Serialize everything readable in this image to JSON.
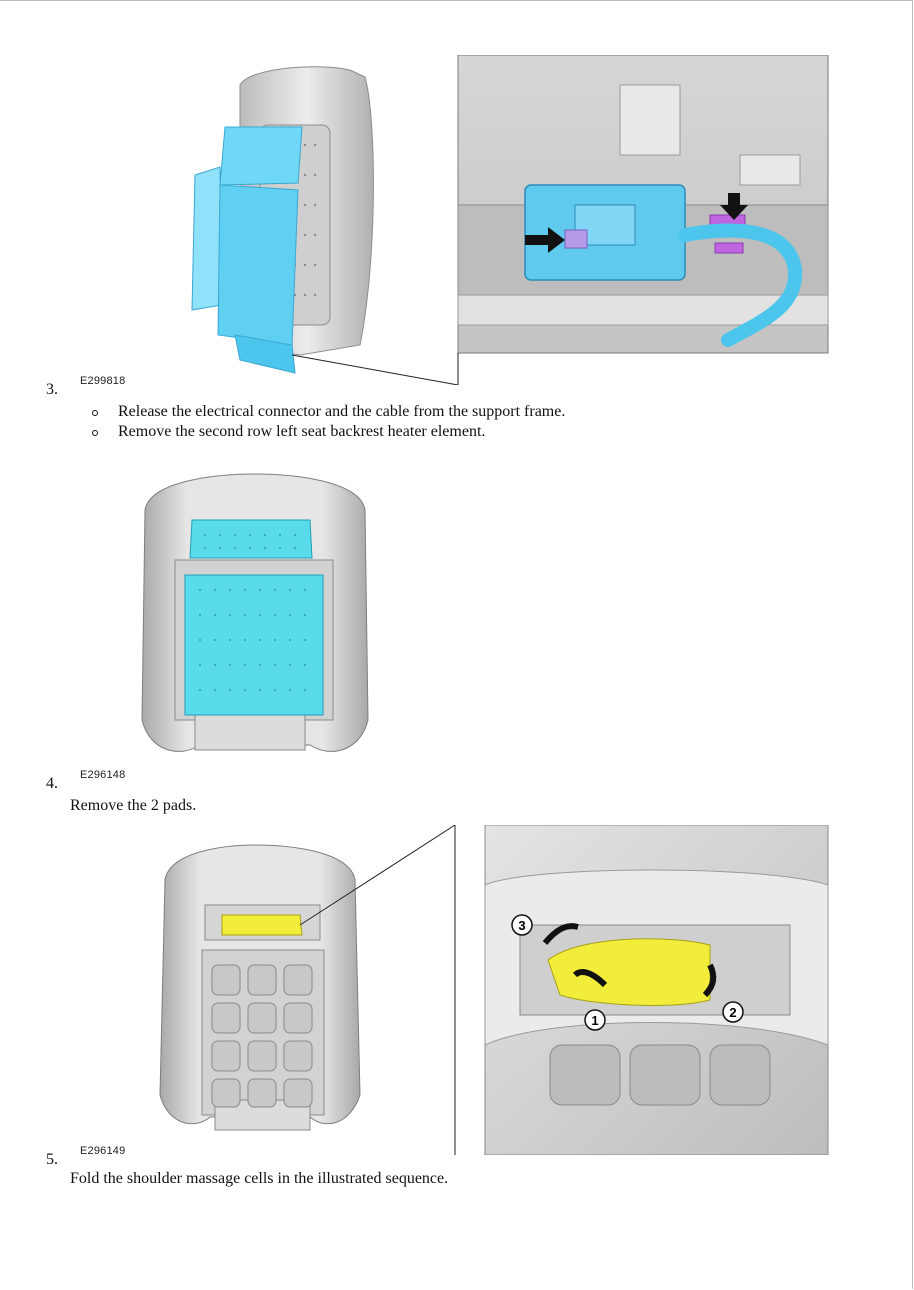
{
  "steps": [
    {
      "number": "3.",
      "figure_code": "E299818",
      "bullets": [
        "Release the electrical connector and the cable from the support frame.",
        "Remove the second row left seat backrest heater element."
      ]
    },
    {
      "number": "4.",
      "figure_code": "E296148",
      "text": "Remove the 2 pads."
    },
    {
      "number": "5.",
      "figure_code": "E296149",
      "text": "Fold the shoulder massage cells in the illustrated sequence.",
      "callouts": [
        "1",
        "2",
        "3"
      ]
    }
  ],
  "colors": {
    "heater_blue": "#5fd0f2",
    "pad_cyan": "#58dcec",
    "massage_yellow": "#f2ec3a",
    "clip_magenta": "#b25ad8",
    "frame_grey": "#d8d8d8"
  }
}
